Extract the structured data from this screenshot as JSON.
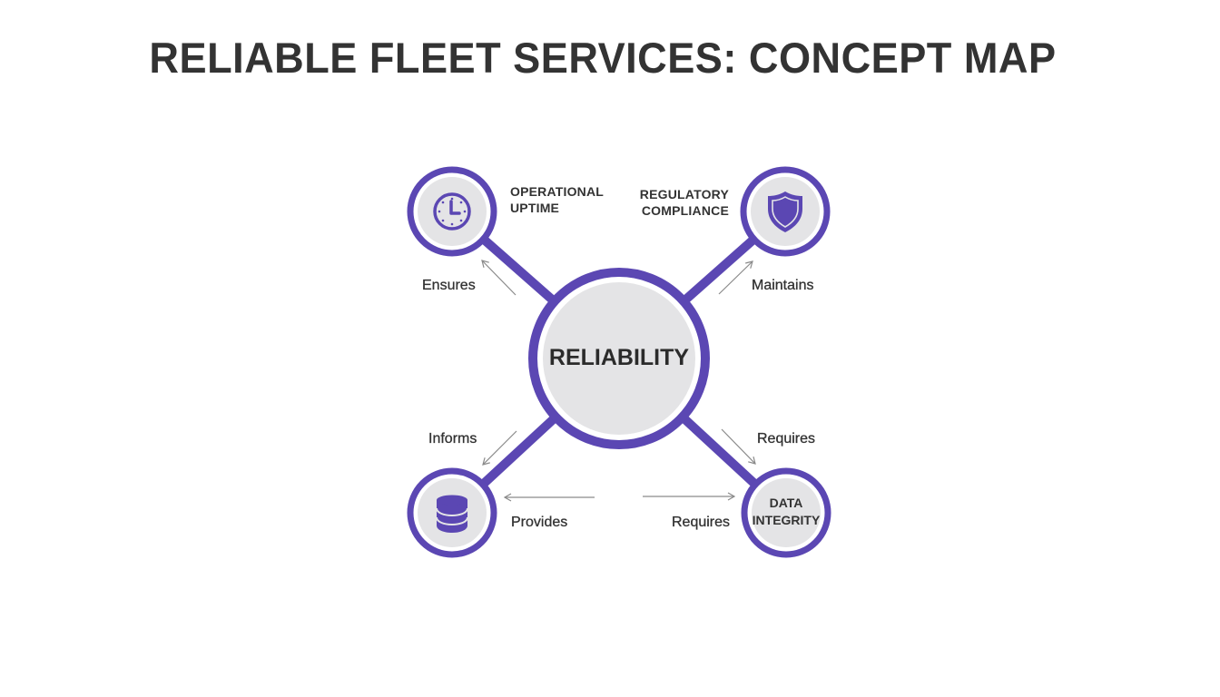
{
  "title": "RELIABLE FLEET SERVICES: CONCEPT MAP",
  "colors": {
    "accent": "#5b47b3",
    "node_fill": "#e4e4e6",
    "text": "#333333",
    "arrow": "#8a8a8a",
    "background": "#ffffff"
  },
  "center": {
    "label": "RELIABILITY"
  },
  "nodes": [
    {
      "id": "operational-uptime",
      "line1": "OPERATIONAL",
      "line2": "UPTIME",
      "icon": "clock-icon",
      "position": "top-left"
    },
    {
      "id": "regulatory-compliance",
      "line1": "REGULATORY",
      "line2": "COMPLIANCE",
      "icon": "shield-icon",
      "position": "top-right"
    },
    {
      "id": "data-source",
      "line1": "",
      "line2": "",
      "icon": "database-icon",
      "position": "bottom-left"
    },
    {
      "id": "data-integrity",
      "line1": "DATA",
      "line2": "INTEGRITY",
      "icon": "",
      "position": "bottom-right"
    }
  ],
  "edges": [
    {
      "from": "reliability",
      "to": "operational-uptime",
      "label": "Ensures"
    },
    {
      "from": "reliability",
      "to": "regulatory-compliance",
      "label": "Maintains"
    },
    {
      "from": "reliability",
      "to": "data-source",
      "label": "Informs"
    },
    {
      "from": "reliability",
      "to": "data-integrity",
      "label": "Requires"
    },
    {
      "from": "data-integrity",
      "to": "data-source",
      "label": "Provides"
    },
    {
      "from": "data-source",
      "to": "data-integrity",
      "label": "Requires"
    }
  ]
}
